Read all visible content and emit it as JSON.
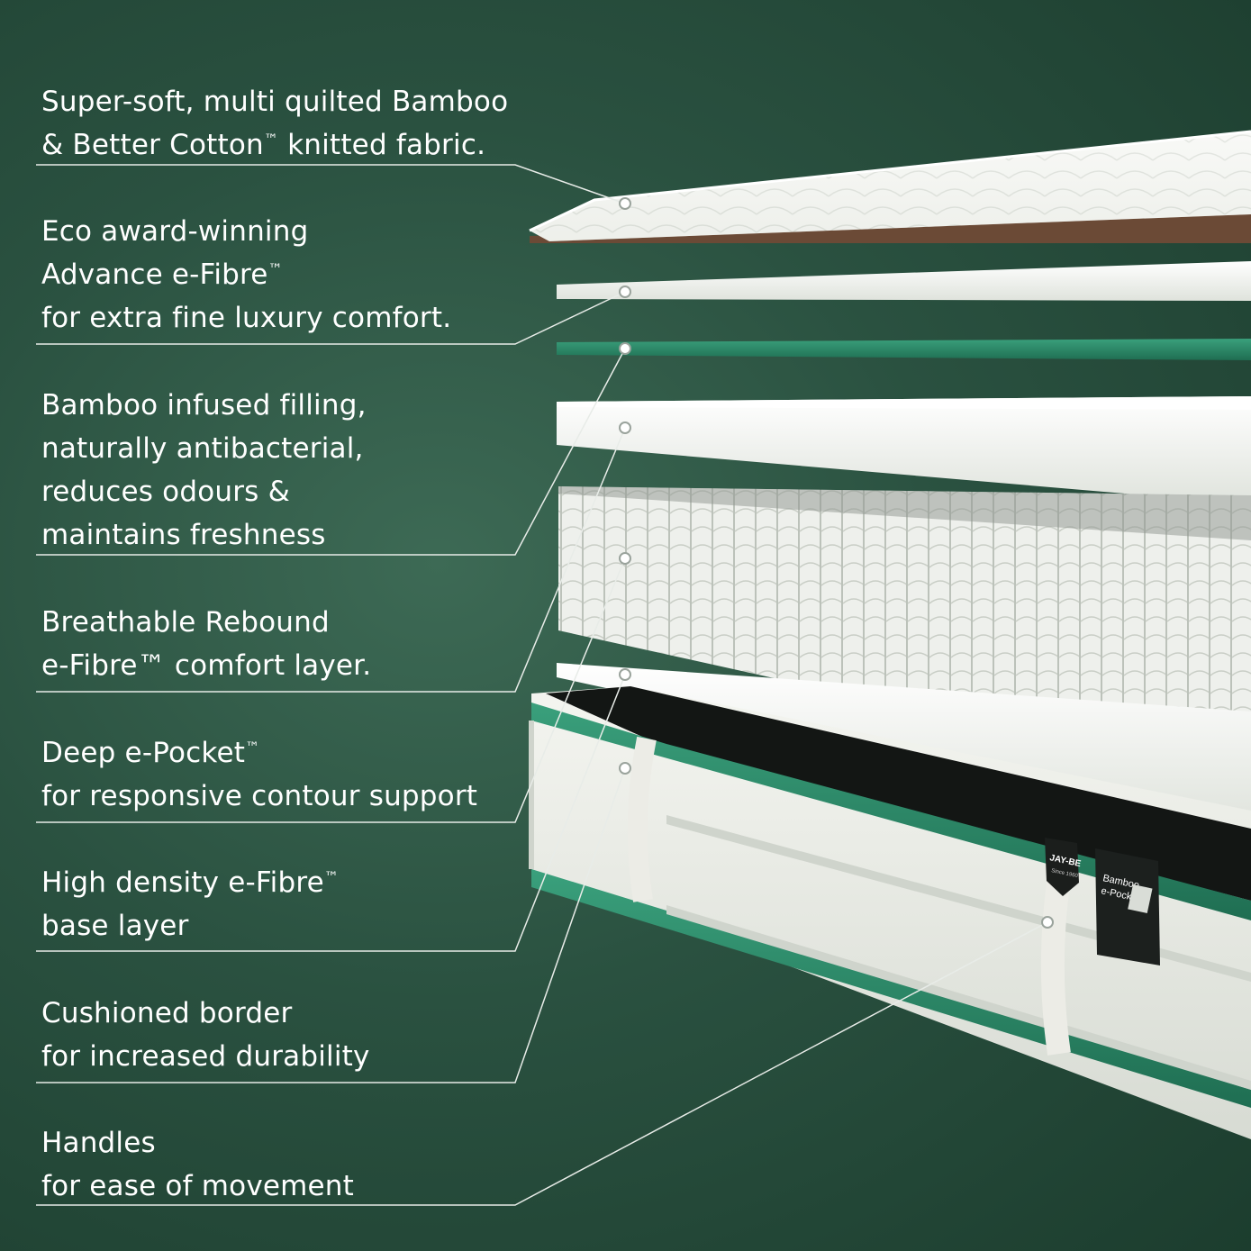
{
  "callouts": [
    {
      "lines": [
        "Super-soft, multi quilted Bamboo",
        "& Better Cotton",
        " knitted fabric."
      ],
      "tm": "™"
    },
    {
      "lines": [
        "Eco award-winning",
        "Advance e-Fibre",
        "for extra fine luxury comfort."
      ],
      "tm": "™"
    },
    {
      "lines": [
        "Bamboo infused filling,",
        "naturally antibacterial,",
        "reduces odours &",
        "maintains freshness"
      ]
    },
    {
      "lines": [
        "Breathable Rebound",
        "e-Fibre™ comfort layer."
      ]
    },
    {
      "lines": [
        "Deep e-Pocket",
        "for responsive contour support"
      ],
      "tm": "™"
    },
    {
      "lines": [
        "High density e-Fibre",
        "base layer"
      ],
      "tm": "™"
    },
    {
      "lines": [
        "Cushioned border",
        "for increased durability"
      ]
    },
    {
      "lines": [
        "Handles",
        "for ease of movement"
      ]
    }
  ],
  "label": {
    "brand": "JAY-BE",
    "brand_sub": "Since 1960",
    "tag_line1": "Bamboo",
    "tag_line2": "e-Pocket",
    "tag_tm": "™"
  },
  "colors": {
    "background": "#2a5140",
    "accent_green": "#2f8a6a",
    "fabric_white": "#f2f3ee",
    "leader_line": "#e8ece8"
  }
}
